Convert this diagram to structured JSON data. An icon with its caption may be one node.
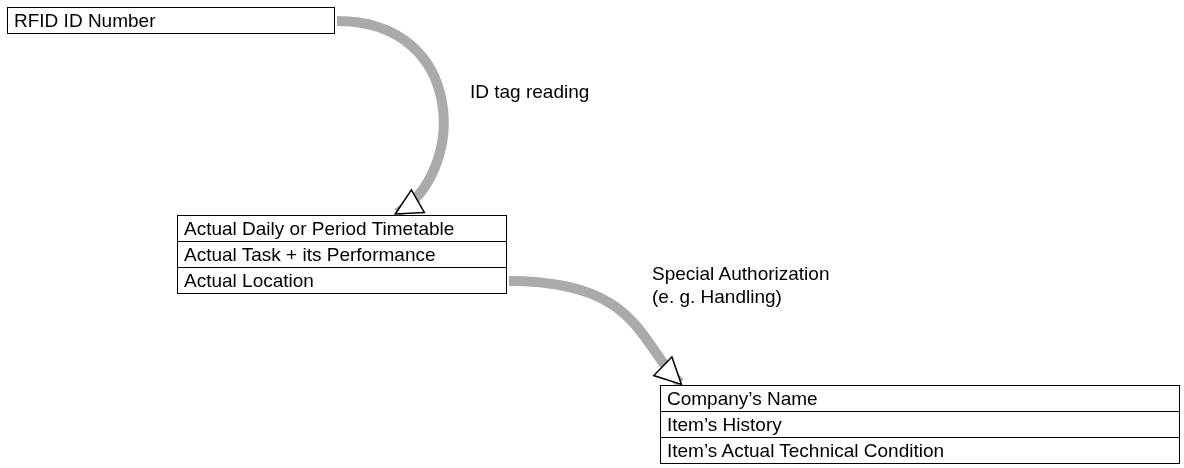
{
  "diagram": {
    "nodes": [
      {
        "text": [
          "RFID ID Number"
        ]
      },
      {
        "text": [
          "Actual Daily or Period Timetable",
          "Actual Task + its Performance",
          "Actual Location"
        ]
      },
      {
        "text": [
          "Company’s Name",
          "Item’s History",
          "Item’s Actual Technical Condition"
        ]
      }
    ],
    "edges": [
      {
        "from": 0,
        "to": 1,
        "arrow": "to",
        "label": "ID tag reading"
      },
      {
        "from": 1,
        "to": 2,
        "arrow": "to",
        "label": "Special Authorization (e. g. Handling)"
      }
    ]
  }
}
